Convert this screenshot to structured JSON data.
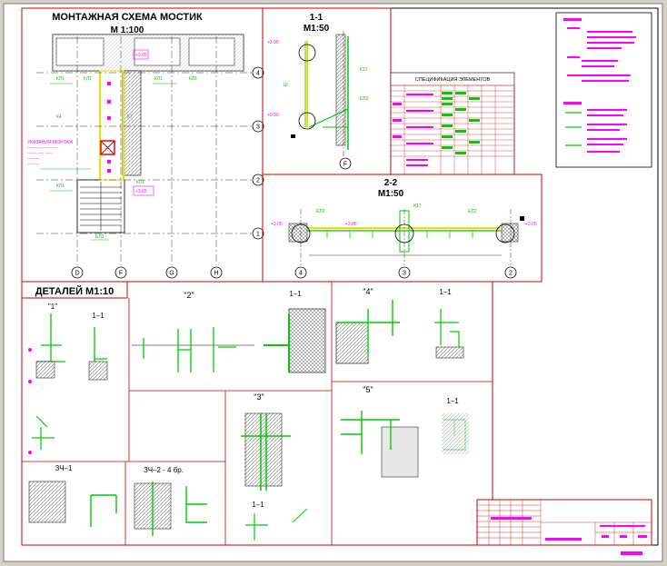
{
  "titles": {
    "plan": "МОНТАЖНАЯ СХЕМА МОСТИК",
    "plan_scale": "М 1:100",
    "sec11": "1-1",
    "sec11_scale": "М1:50",
    "sec22": "2-2",
    "sec22_scale": "М1:50",
    "details": "ДЕТАЛЕЙ  М1:10",
    "spec": "СПЕЦИФИКАЦИЯ  ЭЛЕМЕНТОВ"
  },
  "axes": {
    "rows": [
      "4",
      "3",
      "2",
      "1"
    ],
    "cols": [
      "D",
      "F",
      "G",
      "H"
    ],
    "sec11_col": "F",
    "sec22_cols": [
      "4",
      "3",
      "2"
    ]
  },
  "details": {
    "d1": "\"1\"",
    "d1_cut": "1–1",
    "d2": "\"2\"",
    "d2_cut": "1–1",
    "d3": "\"3\"",
    "d3_cut": "1–1",
    "d4": "\"4\"",
    "d4_cut": "1–1",
    "d5": "\"5\"",
    "d5_cut": "1–1",
    "sh1": "ЗЧ–1",
    "sh2": "ЗЧ–2 - 4 бр."
  },
  "colors": {
    "line": "#000000",
    "frame": "#cc0000",
    "steel": "#00cc00",
    "callout": "#ff00ff",
    "beam": "#e6e600",
    "hatch": "#888888"
  }
}
